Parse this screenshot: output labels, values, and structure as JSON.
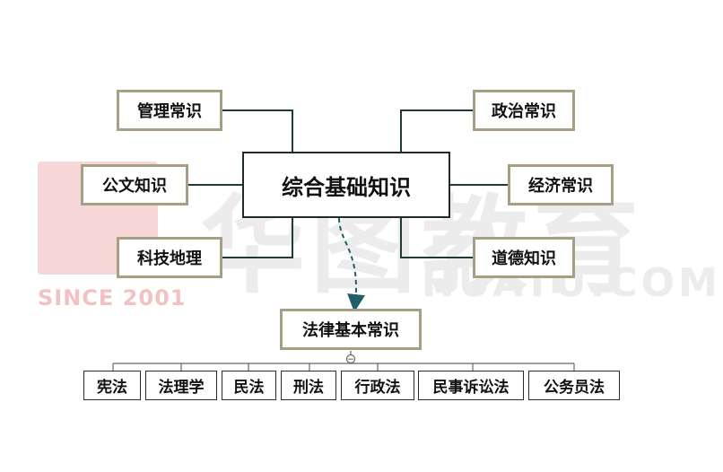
{
  "watermark": {
    "brand": "华图教育",
    "latin": "HUATU.COM",
    "since": "SINCE 2001",
    "color": "#e8e8e8",
    "accent": "#f2c7c7"
  },
  "center": {
    "label": "综合基础知识"
  },
  "left_nodes": [
    "管理常识",
    "公文知识",
    "科技地理"
  ],
  "right_nodes": [
    "政治常识",
    "经济常识",
    "道德知识"
  ],
  "law": {
    "label": "法律基本常识",
    "collapse_symbol": "−",
    "children": [
      "宪法",
      "法理学",
      "民法",
      "刑法",
      "行政法",
      "民事诉讼法",
      "公务员法"
    ]
  },
  "colors": {
    "category_border": "#a69f83",
    "connector": "#1f3b3b",
    "dashed_arrow": "#1f5f6a"
  }
}
